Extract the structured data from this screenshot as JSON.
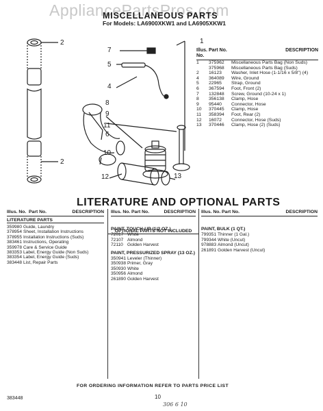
{
  "watermark": "AppliancePartsPros.com",
  "header": {
    "title": "MISCELLANEOUS PARTS",
    "models": "For Models: LA6900XKW1 and LA6905XKW1"
  },
  "diagram": {
    "callouts": [
      "1",
      "2",
      "2",
      "4",
      "5",
      "6",
      "7",
      "8",
      "9",
      "10",
      "11",
      "12",
      "13"
    ]
  },
  "parts_table": {
    "headers": [
      "Illus. No.",
      "Part No.",
      "DESCRIPTION"
    ],
    "rows": [
      {
        "illus": "1",
        "part": "375962",
        "desc": "Miscellaneous Parts Bag (Non Suds)"
      },
      {
        "illus": "",
        "part": "375968",
        "desc": "Miscellaneous Parts Bag (Suds)"
      },
      {
        "illus": "2",
        "part": "16123",
        "desc": "Washer, Inlet Hose (1-1/16 x 5/8\") (4)"
      },
      {
        "illus": "4",
        "part": "364089",
        "desc": "Wire, Ground"
      },
      {
        "illus": "5",
        "part": "22965",
        "desc": "Strap, Ground"
      },
      {
        "illus": "6",
        "part": "367594",
        "desc": "Foot, Front (2)"
      },
      {
        "illus": "7",
        "part": "132848",
        "desc": "Screw, Ground (10-24 x 1)"
      },
      {
        "illus": "8",
        "part": "356138",
        "desc": "Clamp, Hose"
      },
      {
        "illus": "9",
        "part": "95440",
        "desc": "Connector, Hose"
      },
      {
        "illus": "10",
        "part": "370445",
        "desc": "Clamp, Hose"
      },
      {
        "illus": "11",
        "part": "358394",
        "desc": "Foot, Rear (2)"
      },
      {
        "illus": "12",
        "part": "16072",
        "desc": "Connector, Hose (Suds)"
      },
      {
        "illus": "13",
        "part": "370446",
        "desc": "Clamp, Hose (2) (Suds)"
      }
    ]
  },
  "literature": {
    "title": "LITERATURE AND OPTIONAL PARTS",
    "col_headers": [
      "Illus. No.",
      "Part No.",
      "DESCRIPTION"
    ],
    "lit_parts_label": "LITERATURE PARTS",
    "optional_label": "OPTIONAL PARTS NOT INCLUDED",
    "lit_rows": [
      {
        "part": "359980",
        "desc": "Guide, Laundry"
      },
      {
        "part": "378954",
        "desc": "Sheet, Installation Instructions"
      },
      {
        "part": "378955",
        "desc": "Installation Instructions (Suds)"
      },
      {
        "part": "383461",
        "desc": "Instructions, Operating"
      },
      {
        "part": "359978",
        "desc": "Care & Service Guide"
      },
      {
        "part": "383353",
        "desc": "Label, Energy Guide (Non Suds)"
      },
      {
        "part": "383354",
        "desc": "Label, Energy Guide (Suds)"
      },
      {
        "part": "383448",
        "desc": "List, Repair Parts"
      }
    ],
    "touchup_label": "PAINT, TOUCH-UP (1/2 OZ.)",
    "touchup_rows": [
      {
        "part": "72017",
        "desc": "White"
      },
      {
        "part": "72107",
        "desc": "Almond"
      },
      {
        "part": "72110",
        "desc": "Golden Harvest"
      }
    ],
    "spray_label": "PAINT, PRESSURIZED SPRAY (13 OZ.)",
    "spray_rows": [
      {
        "part": "350941",
        "desc": "Leveler (Thinner)"
      },
      {
        "part": "350938",
        "desc": "Primer, Gray"
      },
      {
        "part": "350930",
        "desc": "White"
      },
      {
        "part": "350956",
        "desc": "Almond"
      },
      {
        "part": "261890",
        "desc": "Golden Harvest"
      }
    ],
    "bulk_label": "PAINT, BULK (1 QT.)",
    "bulk_rows": [
      {
        "part": "799351",
        "desc": "Thinner (1 Gal.)"
      },
      {
        "part": "799344",
        "desc": "White (Uncut)"
      },
      {
        "part": "978883",
        "desc": "Almond (Uncut)"
      },
      {
        "part": "261891",
        "desc": "Golden Harvest (Uncut)"
      }
    ]
  },
  "footer": {
    "note": "FOR ORDERING INFORMATION REFER TO PARTS PRICE LIST",
    "page": "10",
    "doc_number": "383448",
    "handwritten": "306 6 10"
  }
}
